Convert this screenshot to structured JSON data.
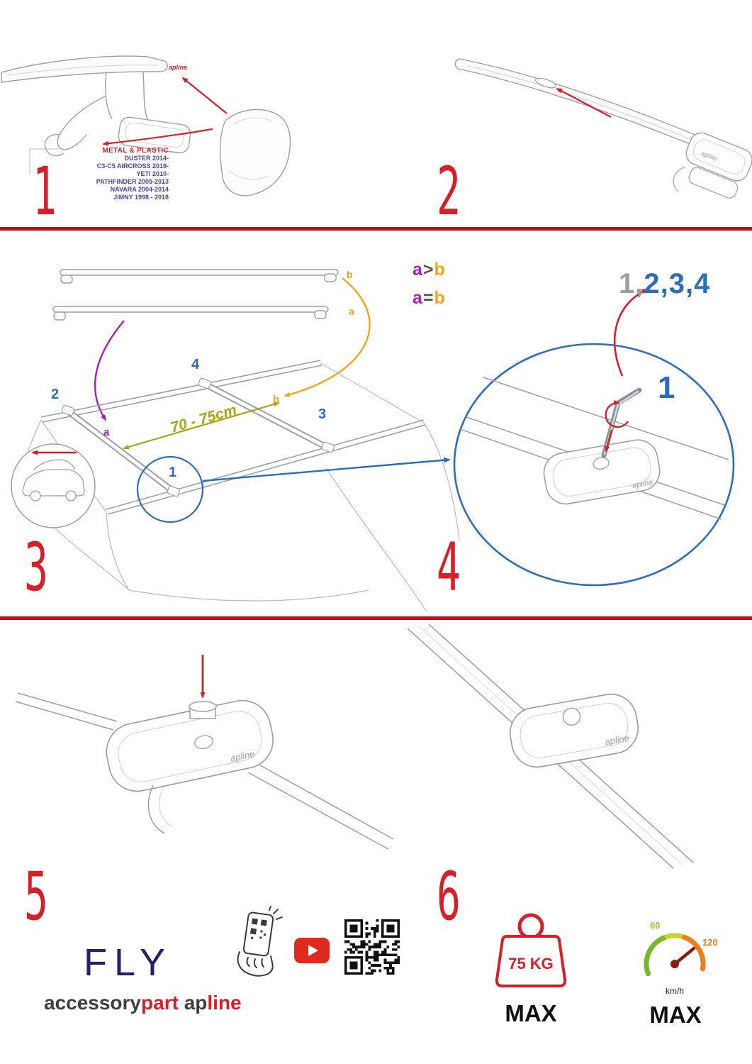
{
  "colors": {
    "red": "#d5202a",
    "blue": "#2f6db8",
    "purple": "#a020c0",
    "orange": "#f0a41e",
    "olive": "#a8a414",
    "navy": "#232264",
    "gray": "#9e9e9e"
  },
  "logo": "apline",
  "steps": {
    "n1": "1",
    "n2": "2",
    "n3": "3",
    "n4": "4",
    "n5": "5",
    "n6": "6"
  },
  "step1": {
    "material": "METAL & PLASTIC",
    "vehicles": [
      "DUSTER 2014-",
      "C3-C5 AIRCROSS 2018-",
      "YETI 2010-",
      "PATHFINDER 2005-2013",
      "NAVARA 2004-2014",
      "JIMNY 1998 - 2018"
    ]
  },
  "step3": {
    "bar_b": "b",
    "bar_a": "a",
    "rel1": {
      "l": "a",
      "op": ">",
      "r": "b"
    },
    "rel2": {
      "l": "a",
      "op": "=",
      "r": "b"
    },
    "pos1": "1",
    "pos2": "2",
    "pos3": "3",
    "pos4": "4",
    "roof_a": "a",
    "roof_b": "b",
    "distance": "70 - 75cm"
  },
  "step4": {
    "callout_gray": "1,",
    "callout_blue": "2,3,4",
    "bolt": "1"
  },
  "footer": {
    "product": "FLY",
    "brand1_dark": "accessory",
    "brand1_red": "part",
    "brand2_dark": "ap",
    "brand2_red": "line"
  },
  "limits": {
    "weight": "75 KG",
    "weight_max": "MAX",
    "speed_60": "60",
    "speed_120": "120",
    "speed_unit": "km/h",
    "speed_max": "MAX"
  }
}
